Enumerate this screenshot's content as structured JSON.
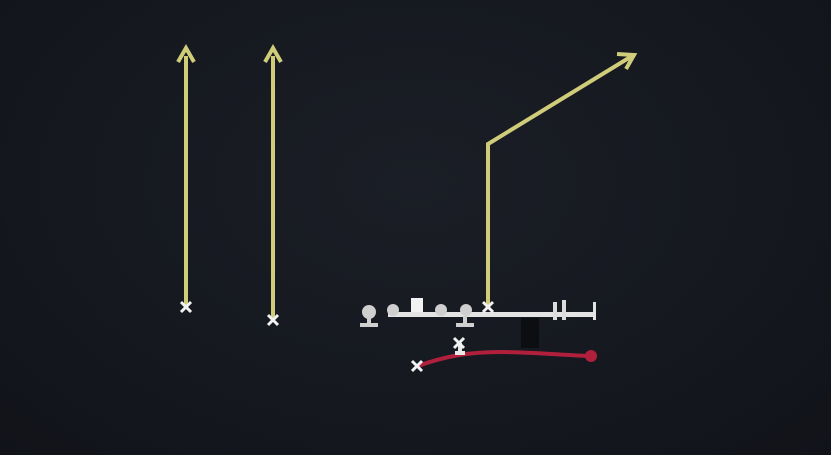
{
  "diagram": {
    "type": "football-play-diagram",
    "route_color": "#cfcc7a",
    "motion_color": "#b0203d",
    "player_color": "#f2f2f2",
    "line_color": "#e8e8e8",
    "background": "#15181f",
    "players": [
      {
        "id": "wr-left-1",
        "symbol": "x"
      },
      {
        "id": "wr-left-2",
        "symbol": "x"
      },
      {
        "id": "slot-receiver",
        "symbol": "x"
      },
      {
        "id": "back-motion",
        "symbol": "x"
      },
      {
        "id": "back-upright",
        "symbol": "x"
      }
    ],
    "routes": [
      {
        "id": "route-go-1",
        "type": "vertical"
      },
      {
        "id": "route-go-2",
        "type": "vertical"
      },
      {
        "id": "route-corner",
        "type": "stem-then-break"
      },
      {
        "id": "motion-path",
        "type": "motion"
      }
    ]
  }
}
